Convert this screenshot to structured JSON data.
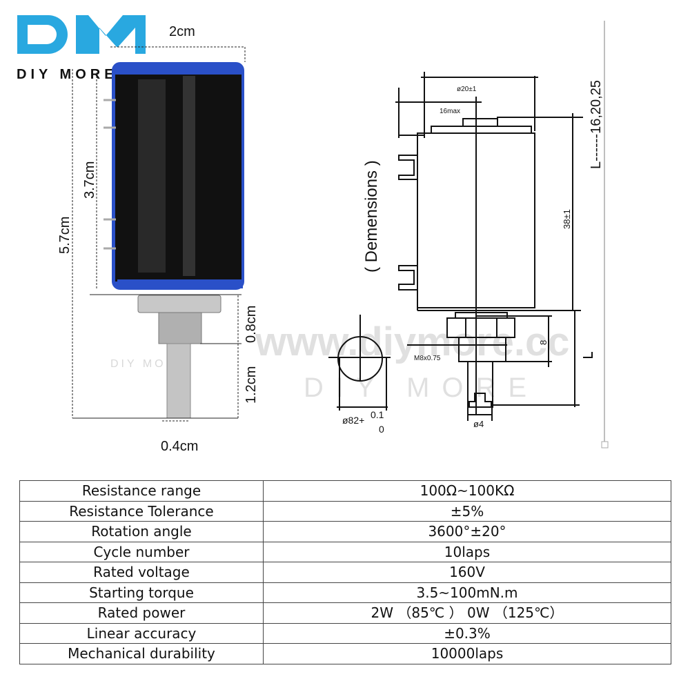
{
  "logo": {
    "mark": "DM",
    "text": "DIY MORE",
    "color": "#29a8e0"
  },
  "watermark": {
    "text": "www.diymore.cc",
    "sub": "DIY MORE"
  },
  "photo_dimensions": {
    "width": "2cm",
    "body_height": "3.7cm",
    "total_height": "5.7cm",
    "bushing_height": "0.8cm",
    "shaft_height": "1.2cm",
    "shaft_diameter": "0.4cm"
  },
  "drawing": {
    "title": "( Demensions )",
    "diameter": "ø20±1",
    "top_width": "16max",
    "body_height": "38±1",
    "length_label": "L------16,20,25",
    "bushing_height": "8",
    "thread": "M8x0.75",
    "shaft_diameter": "ø4",
    "l_label": "L",
    "hole_diameter": "ø82+",
    "hole_tol_upper": "0.1",
    "hole_tol_lower": "0"
  },
  "specs": [
    {
      "label": "Resistance range",
      "value": "100Ω~100KΩ"
    },
    {
      "label": "Resistance Tolerance",
      "value": "±5%"
    },
    {
      "label": "Rotation angle",
      "value": "3600°±20°"
    },
    {
      "label": "Cycle number",
      "value": "10laps"
    },
    {
      "label": "Rated voltage",
      "value": "160V"
    },
    {
      "label": "Starting torque",
      "value": "3.5~100mN.m"
    },
    {
      "label": "Rated power",
      "value": "2W （85℃ ）  0W （125℃）"
    },
    {
      "label": "Linear accuracy",
      "value": "±0.3%"
    },
    {
      "label": "Mechanical durability",
      "value": "10000laps"
    }
  ]
}
